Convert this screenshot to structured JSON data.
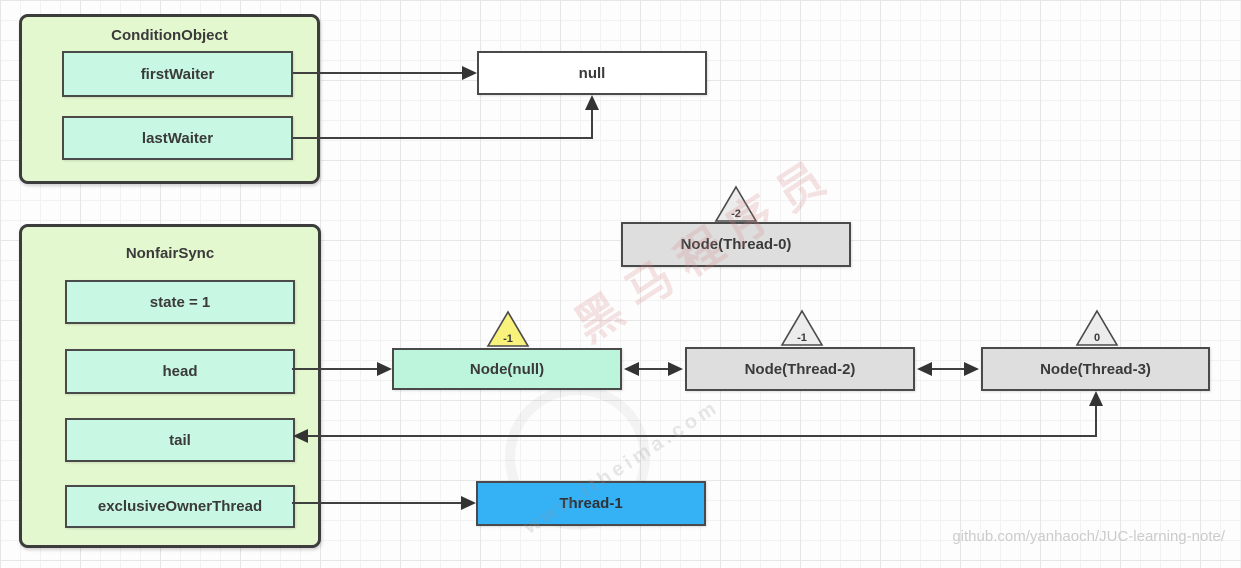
{
  "condition_object": {
    "title": "ConditionObject",
    "fields": [
      "firstWaiter",
      "lastWaiter"
    ]
  },
  "null_box": {
    "label": "null"
  },
  "nonfair_sync": {
    "title": "NonfairSync",
    "fields": [
      "state = 1",
      "head",
      "tail",
      "exclusiveOwnerThread"
    ]
  },
  "queue_nodes": [
    {
      "label": "Node(Thread-0)",
      "wait_status": "-2"
    },
    {
      "label": "Node(null)",
      "wait_status": "-1"
    },
    {
      "label": "Node(Thread-2)",
      "wait_status": "-1"
    },
    {
      "label": "Node(Thread-3)",
      "wait_status": "0"
    }
  ],
  "owner_thread": {
    "label": "Thread-1"
  },
  "watermark": {
    "brand": "黑马程序员",
    "site": "www.itheima.com"
  },
  "credit": "github.com/yanhaoch/JUC-learning-note/",
  "colors": {
    "group_fill": "#e4f8cf",
    "field_fill": "#c8f7e4",
    "node_gray_fill": "#dedede",
    "head_node_fill": "#bdf5dc",
    "thread_fill": "#35b1f5",
    "badge_yellow": "#f8f17c",
    "badge_gray": "#ececec",
    "connector": "#404040"
  }
}
